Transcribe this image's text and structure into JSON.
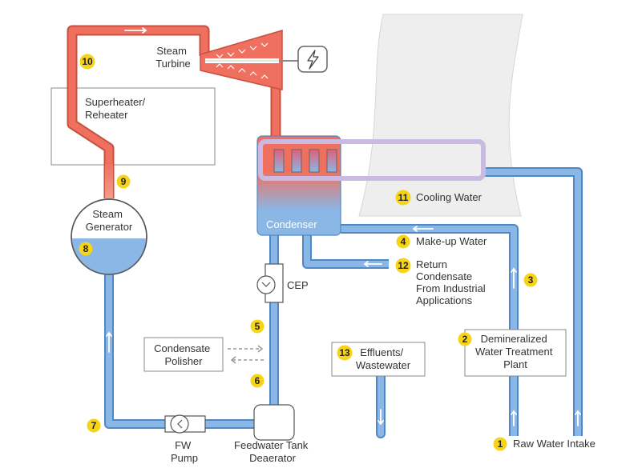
{
  "colors": {
    "steam": "#f07060",
    "water": "#8ab7e6",
    "water_border": "#4f88c6",
    "badge": "#f7d417",
    "cooling_tower": "#eeeeee",
    "cooling_loop": "#c9b9e3"
  },
  "labels": {
    "steam_turbine": [
      "Steam",
      "Turbine"
    ],
    "superheater": [
      "Superheater/",
      "Reheater"
    ],
    "steam_generator": [
      "Steam",
      "Generator"
    ],
    "condenser": "Condenser",
    "cep": "CEP",
    "condensate_polisher": [
      "Condensate",
      "Polisher"
    ],
    "fw_pump": [
      "FW",
      "Pump"
    ],
    "feedwater_tank": [
      "Feedwater Tank",
      "Deaerator"
    ],
    "cooling_water": "Cooling Water",
    "makeup_water": "Make-up Water",
    "return_condensate": [
      "Return",
      "Condensate",
      "From Industrial",
      "Applications"
    ],
    "effluents": [
      "Effluents/",
      "Wastewater"
    ],
    "demin": [
      "Demineralized",
      "Water Treatment",
      "Plant"
    ],
    "raw_water": "Raw Water Intake"
  },
  "badges": {
    "b1": "1",
    "b2": "2",
    "b3": "3",
    "b4": "4",
    "b5": "5",
    "b6": "6",
    "b7": "7",
    "b8": "8",
    "b9": "9",
    "b10": "10",
    "b11": "11",
    "b12": "12",
    "b13": "13"
  },
  "icons": {
    "generator": "lightning-bolt-icon",
    "pump": "check-valve-icon",
    "flow": "arrow-icon"
  }
}
